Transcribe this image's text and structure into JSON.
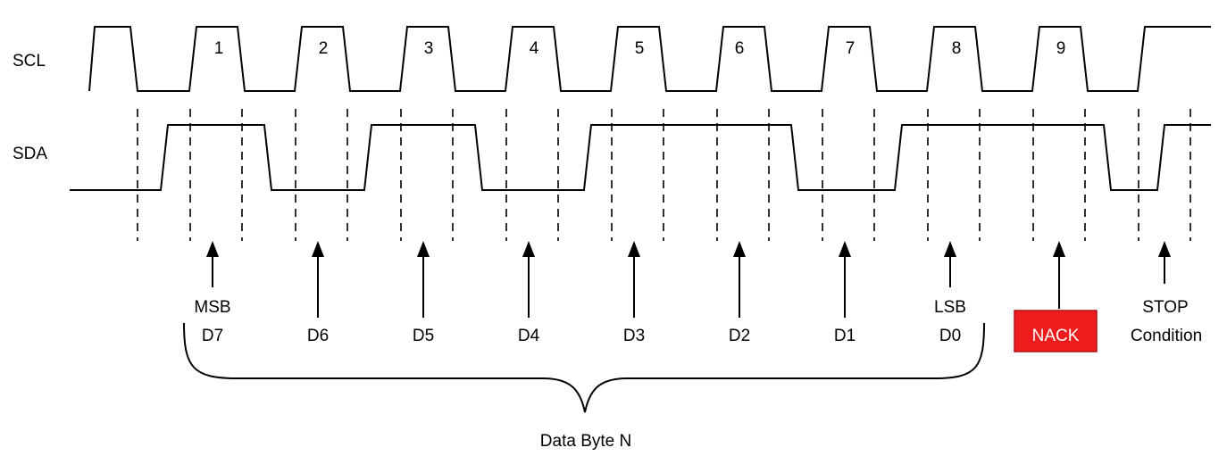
{
  "signals": {
    "scl": "SCL",
    "sda": "SDA"
  },
  "clock_pulses": [
    "1",
    "2",
    "3",
    "4",
    "5",
    "6",
    "7",
    "8",
    "9"
  ],
  "bits": [
    {
      "top": "MSB",
      "bottom": "D7"
    },
    {
      "top": "",
      "bottom": "D6"
    },
    {
      "top": "",
      "bottom": "D5"
    },
    {
      "top": "",
      "bottom": "D4"
    },
    {
      "top": "",
      "bottom": "D3"
    },
    {
      "top": "",
      "bottom": "D2"
    },
    {
      "top": "",
      "bottom": "D1"
    },
    {
      "top": "LSB",
      "bottom": "D0"
    }
  ],
  "nack": {
    "label": "NACK",
    "color": "#ee1c1c",
    "border": "#b31212"
  },
  "stop": {
    "line1": "STOP",
    "line2": "Condition"
  },
  "brace_caption": "Data Byte N",
  "sda_levels": [
    "high",
    "low",
    "high",
    "low",
    "high",
    "high",
    "low",
    "high",
    "high"
  ]
}
